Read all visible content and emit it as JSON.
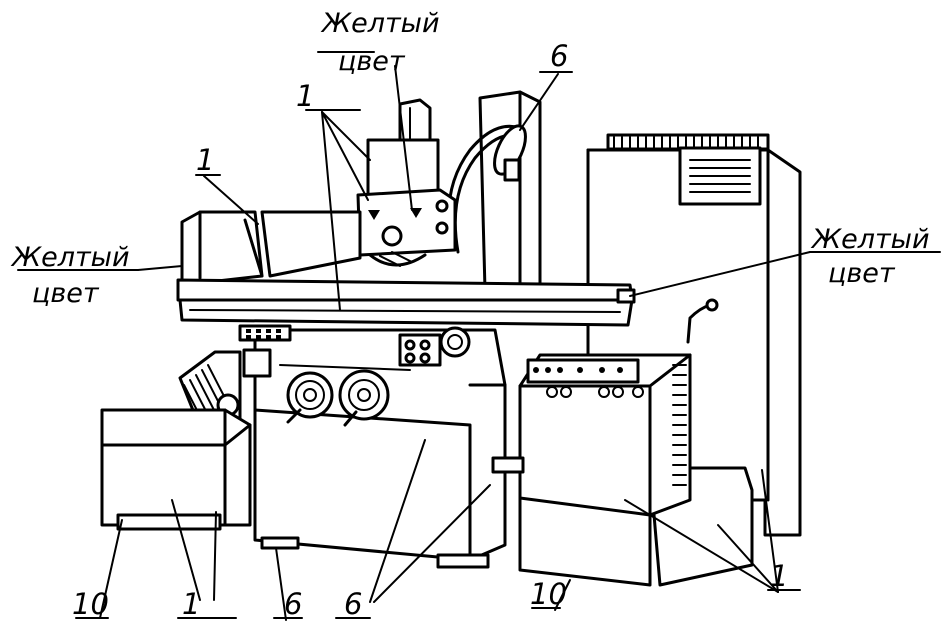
{
  "labels": {
    "top_yellow_line1": "Желтый",
    "top_yellow_line2": "цвет",
    "left_yellow_line1": "Желтый",
    "left_yellow_line2": "цвет",
    "right_yellow_line1": "Желтый",
    "right_yellow_line2": "цвет",
    "n1_upper_left": "1",
    "n1_left": "1",
    "n6_top": "6",
    "n10_left": "10",
    "n1_bottom_left": "1",
    "n6_bottom_mid": "6",
    "n6_bottom_right": "6",
    "n10_right": "10",
    "n1_bottom_right": "1"
  }
}
